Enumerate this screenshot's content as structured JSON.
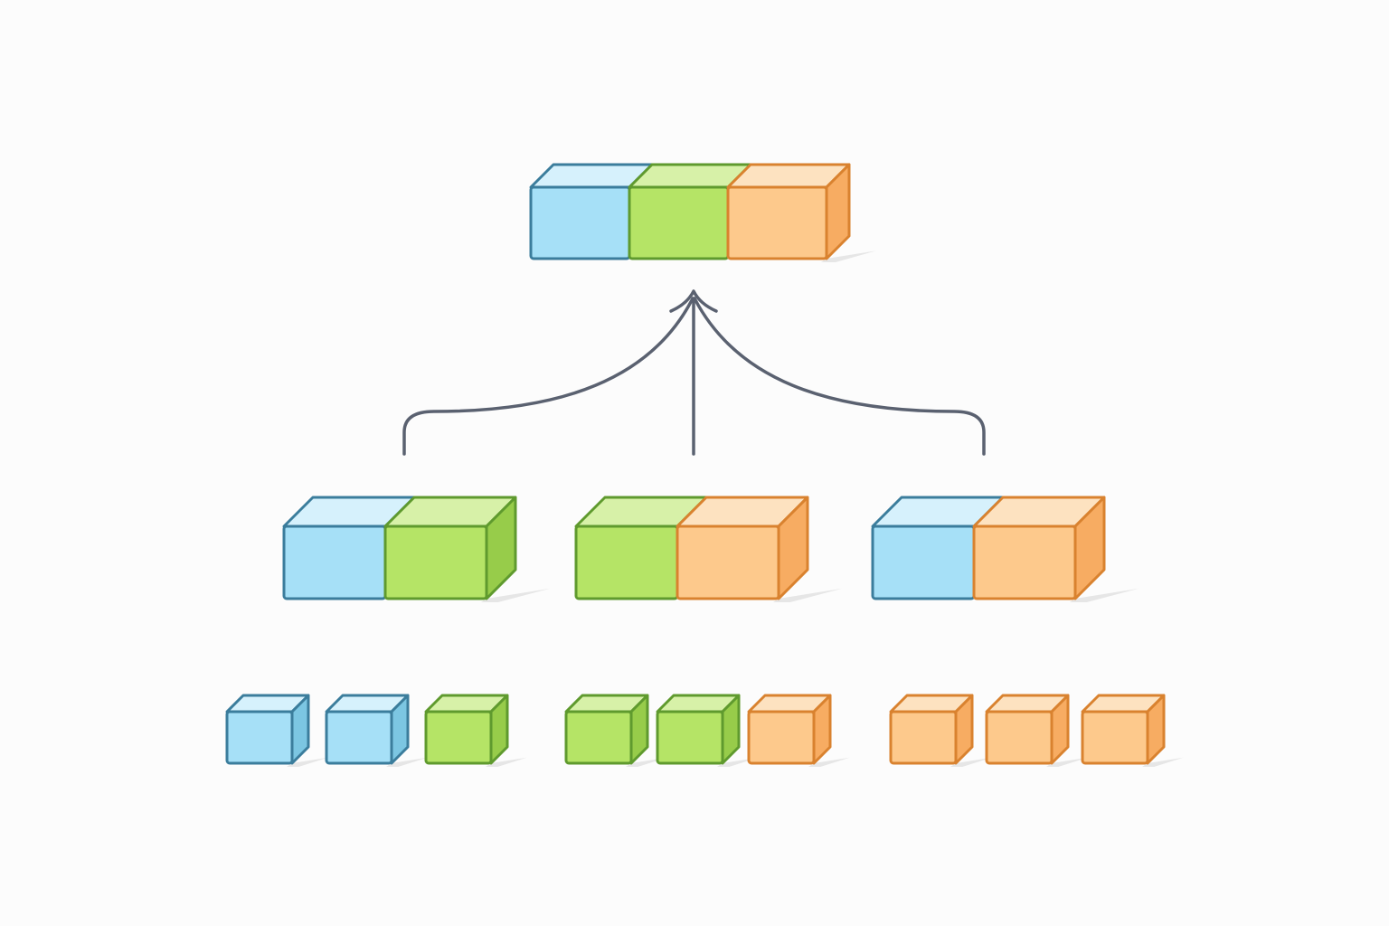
{
  "palette": {
    "blue": {
      "front": "#a6e0f7",
      "top": "#d6f1fc",
      "side": "#7cc6e2",
      "stroke": "#3b7d9c"
    },
    "green": {
      "front": "#b5e466",
      "top": "#d7f1a8",
      "side": "#97cc4a",
      "stroke": "#5f9a2e"
    },
    "orange": {
      "front": "#fdc98c",
      "top": "#fde2c0",
      "side": "#f7ac62",
      "stroke": "#d9822f"
    },
    "connector": "#5a6170",
    "shadow": "#e6e6e6"
  },
  "diagram": {
    "top_block": [
      "blue",
      "green",
      "orange"
    ],
    "middle_blocks": [
      [
        "blue",
        "green"
      ],
      [
        "green",
        "orange"
      ],
      [
        "blue",
        "orange"
      ]
    ],
    "bottom_groups": [
      [
        "blue",
        "blue",
        "green"
      ],
      [
        "green",
        "green",
        "orange"
      ],
      [
        "orange",
        "orange",
        "orange"
      ]
    ]
  }
}
